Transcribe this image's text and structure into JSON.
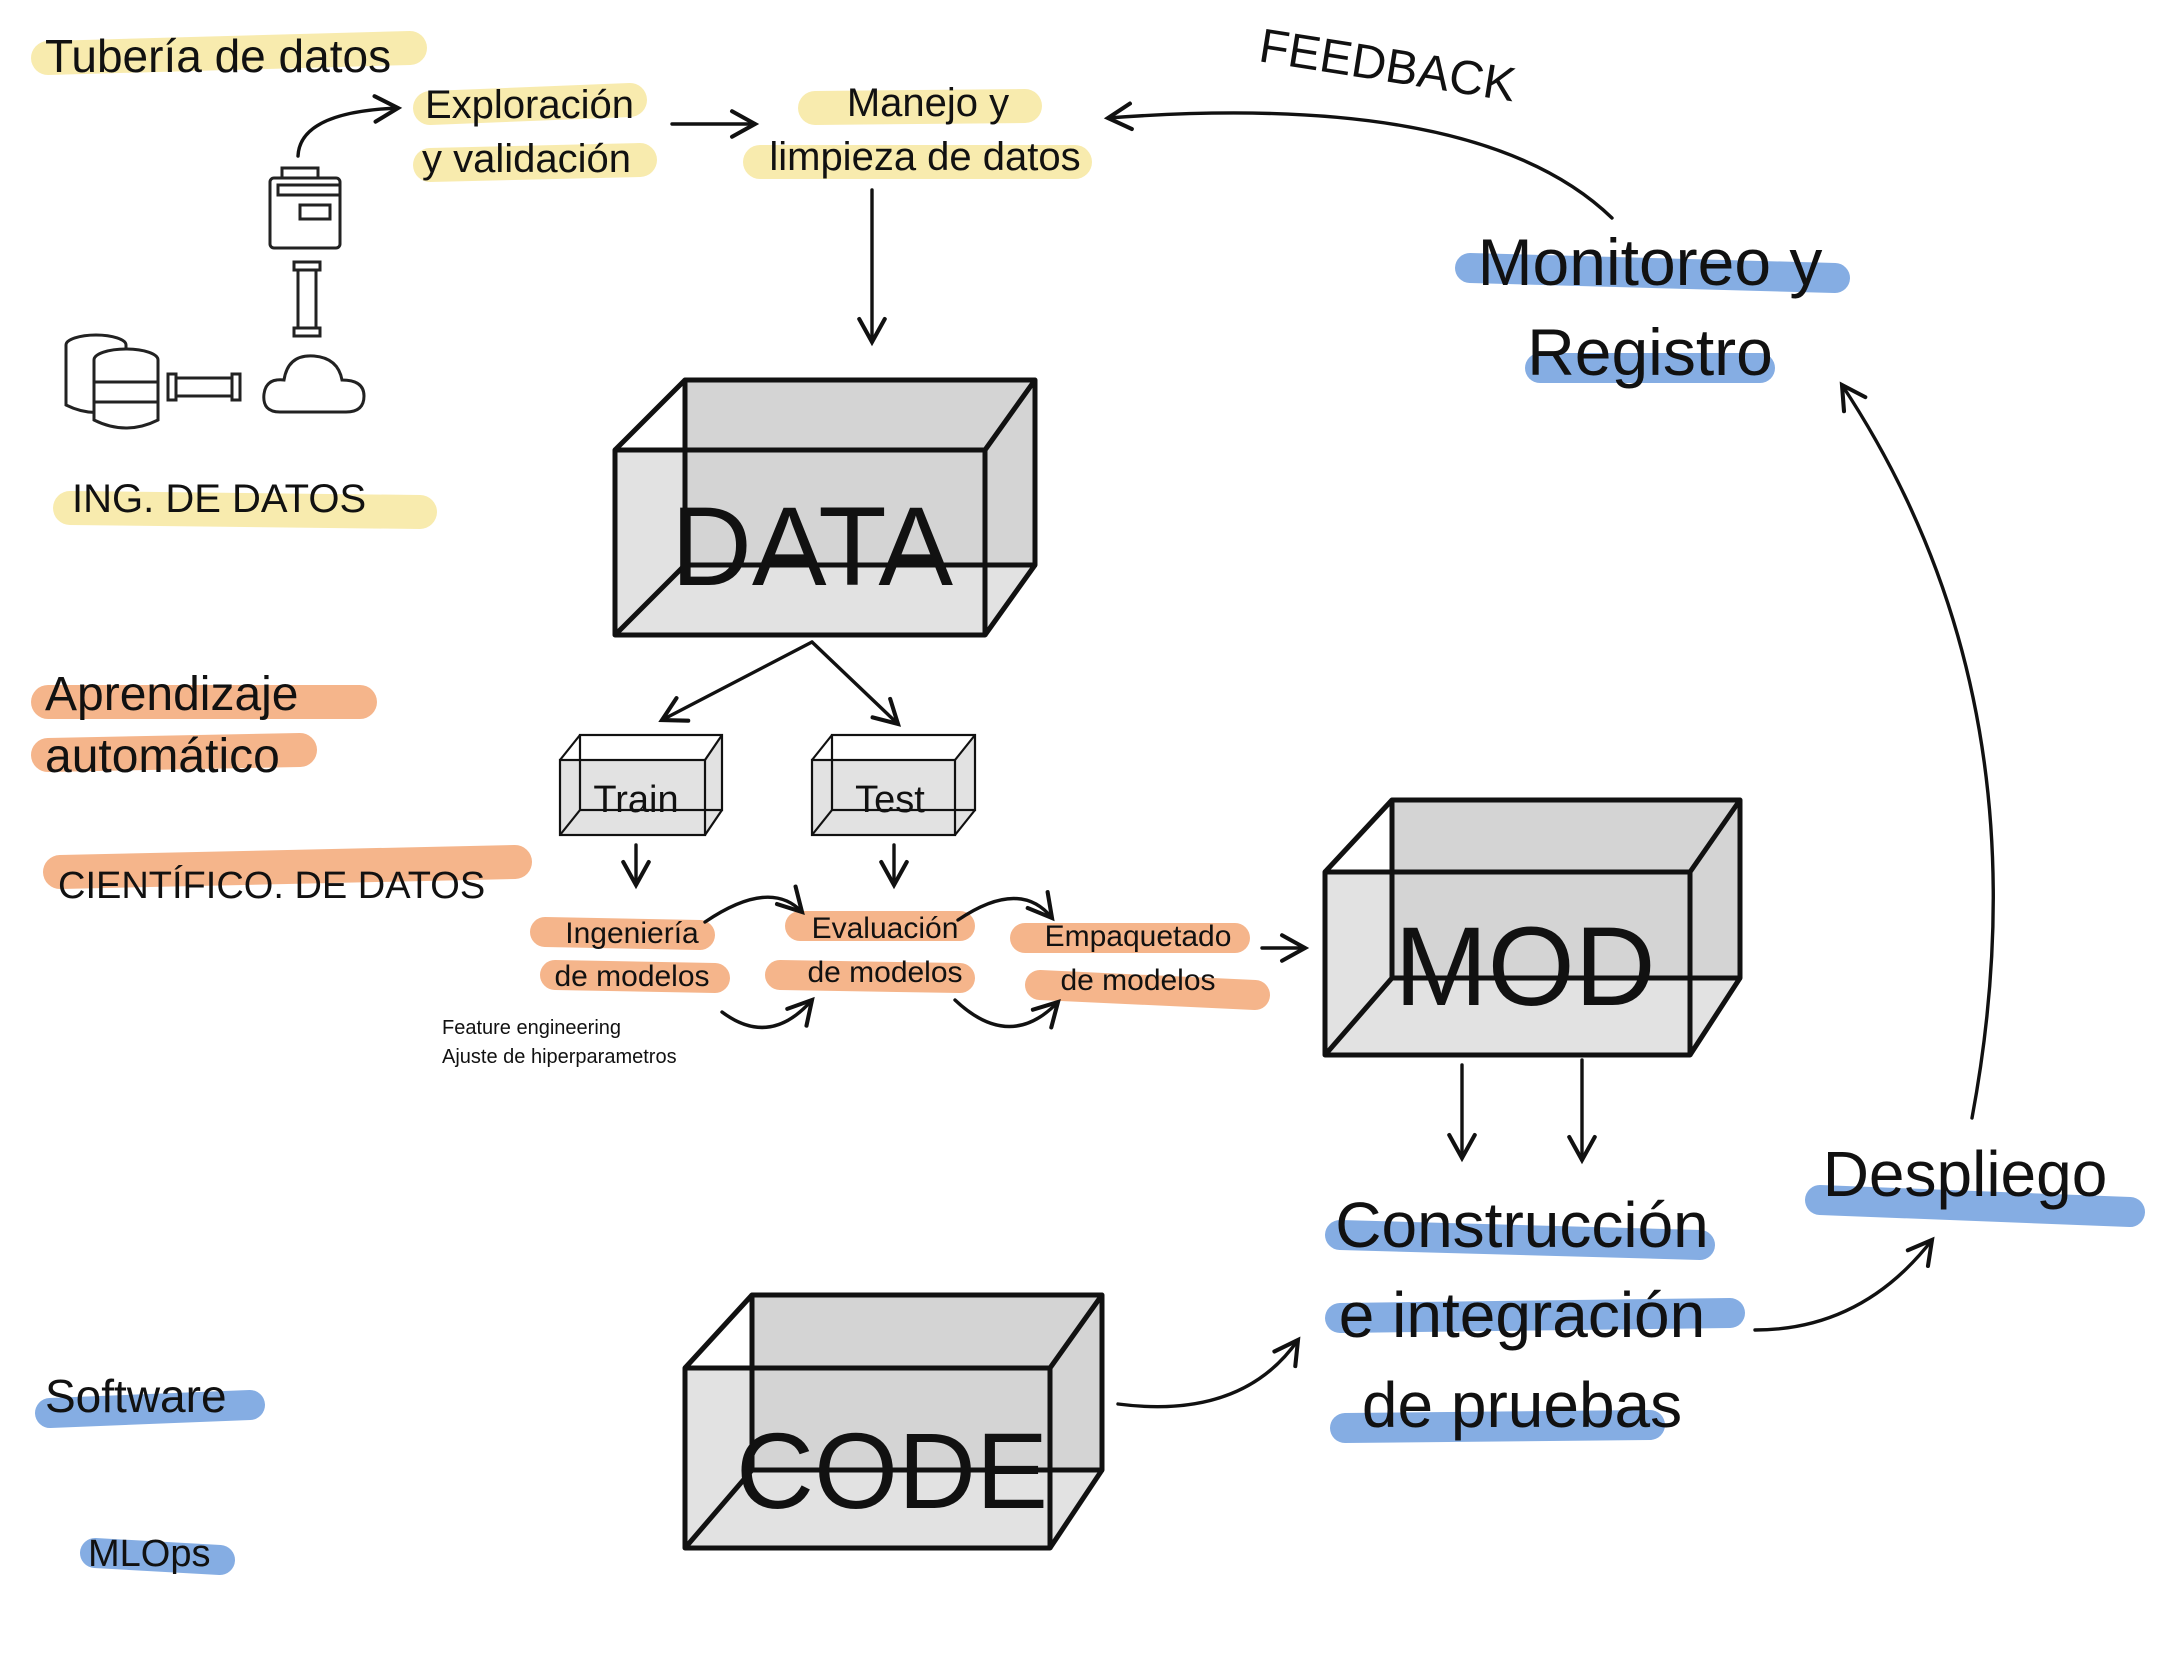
{
  "colors": {
    "data_highlight": "#f7e7a0",
    "ml_highlight": "#f4ad7e",
    "software_highlight": "#7ea9e2",
    "box_fill": "#e2e2e2",
    "ink": "#111111"
  },
  "legend": {
    "pipeline_title": "Tubería de datos",
    "data_engineering": "ING. DE DATOS",
    "ml_line1": "Aprendizaje",
    "ml_line2": "automático",
    "data_scientist": "CIENTÍFICO. DE DATOS",
    "software": "Software",
    "mlops": "MLOps"
  },
  "pipeline": {
    "exploration_line1": "Exploración",
    "exploration_line2": "y validación",
    "cleaning_line1": "Manejo y",
    "cleaning_line2": "limpieza de datos",
    "icons": [
      "file-cabinet-icon",
      "pipe-icon",
      "database-icon",
      "cloud-icon"
    ]
  },
  "boxes": {
    "data": "DATA",
    "train": "Train",
    "test": "Test",
    "model": "MOD",
    "code": "CODE"
  },
  "modeling": {
    "engineering_line1": "Ingeniería",
    "engineering_line2": "de modelos",
    "evaluation_line1": "Evaluación",
    "evaluation_line2": "de modelos",
    "packaging_line1": "Empaquetado",
    "packaging_line2": "de modelos",
    "note_line1": "Feature engineering",
    "note_line2": "Ajuste de hiperparametros"
  },
  "ops": {
    "feedback": "FEEDBACK",
    "monitoring_line1": "Monitoreo y",
    "monitoring_line2": "Registro",
    "build_line1": "Construcción",
    "build_line2": "e integración",
    "build_line3": "de pruebas",
    "deploy": "Despliego"
  }
}
